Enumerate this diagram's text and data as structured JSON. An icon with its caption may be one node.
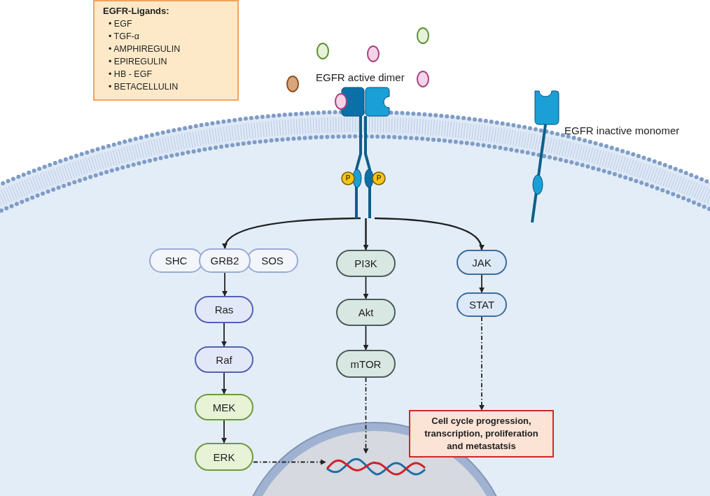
{
  "diagram": {
    "nodes": [
      {
        "text": [
          "EGFR-Ligands:",
          "• EGF",
          "• TGF-α",
          "• AMPHIREGULIN",
          "• EPIREGULIN",
          "• HB - EGF",
          "• BETACELLULIN"
        ]
      },
      {
        "text": [
          "EGFR active dimer"
        ]
      },
      {
        "text": [
          "EGFR inactive monomer"
        ]
      },
      {
        "text": [
          "SHC"
        ]
      },
      {
        "text": [
          "GRB2"
        ]
      },
      {
        "text": [
          "SOS"
        ]
      },
      {
        "text": [
          "PI3K"
        ]
      },
      {
        "text": [
          "JAK"
        ]
      },
      {
        "text": [
          "Ras"
        ]
      },
      {
        "text": [
          "Akt"
        ]
      },
      {
        "text": [
          "STAT"
        ]
      },
      {
        "text": [
          "Raf"
        ]
      },
      {
        "text": [
          "mTOR"
        ]
      },
      {
        "text": [
          "MEK"
        ]
      },
      {
        "text": [
          "Cell cycle progression, transcription, proliferation and metastatsis"
        ]
      },
      {
        "text": [
          "ERK"
        ]
      },
      {
        "text": [],
        "shape": "picture"
      }
    ],
    "edges": [
      {
        "from": 1,
        "to": 4,
        "arrow": "to"
      },
      {
        "from": 1,
        "to": 6,
        "arrow": "to"
      },
      {
        "from": 1,
        "to": 7,
        "arrow": "to"
      },
      {
        "from": 4,
        "to": 8,
        "arrow": "to"
      },
      {
        "from": 8,
        "to": 11,
        "arrow": "to"
      },
      {
        "from": 11,
        "to": 13,
        "arrow": "to"
      },
      {
        "from": 13,
        "to": 15,
        "arrow": "to"
      },
      {
        "from": 6,
        "to": 9,
        "arrow": "to"
      },
      {
        "from": 9,
        "to": 12,
        "arrow": "to"
      },
      {
        "from": 7,
        "to": 10,
        "arrow": "to"
      },
      {
        "from": 10,
        "to": 14,
        "arrow": "to",
        "style": "dashed"
      },
      {
        "from": 12,
        "to": 16,
        "arrow": "to",
        "style": "dashed"
      },
      {
        "from": 15,
        "to": 16,
        "arrow": "to",
        "style": "dashed"
      }
    ],
    "labels": [
      "P",
      "P"
    ]
  }
}
